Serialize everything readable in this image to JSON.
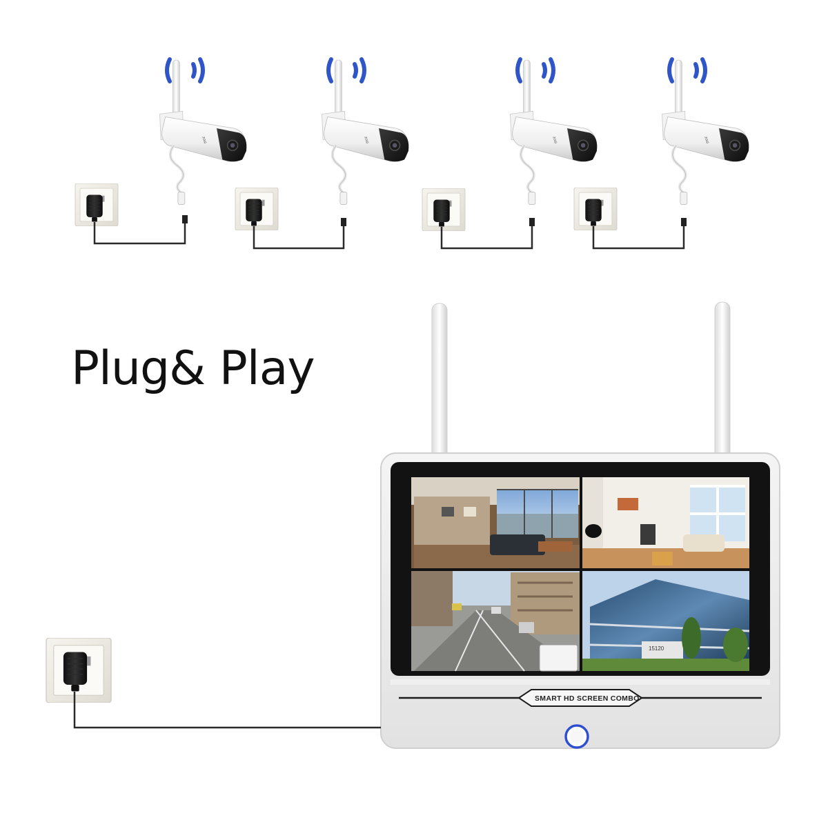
{
  "headline": "Plug& Play",
  "nvr": {
    "badge_text": "SMART HD SCREEN COMBO",
    "power_button": "power-button"
  },
  "camera_logo": "zosi",
  "building_number": "15120",
  "cameras": [
    {
      "name": "camera-1"
    },
    {
      "name": "camera-2"
    },
    {
      "name": "camera-3"
    },
    {
      "name": "camera-4"
    }
  ],
  "colors": {
    "wifi_signal": "#2f55c9",
    "power_ring": "#2f4fd0",
    "cable": "#2a2a2a",
    "adapter": "#1e1e1e",
    "bezel": "#1a1a1a"
  },
  "icons": [
    "wifi-signal-icon",
    "power-adapter-icon",
    "power-button-icon"
  ]
}
